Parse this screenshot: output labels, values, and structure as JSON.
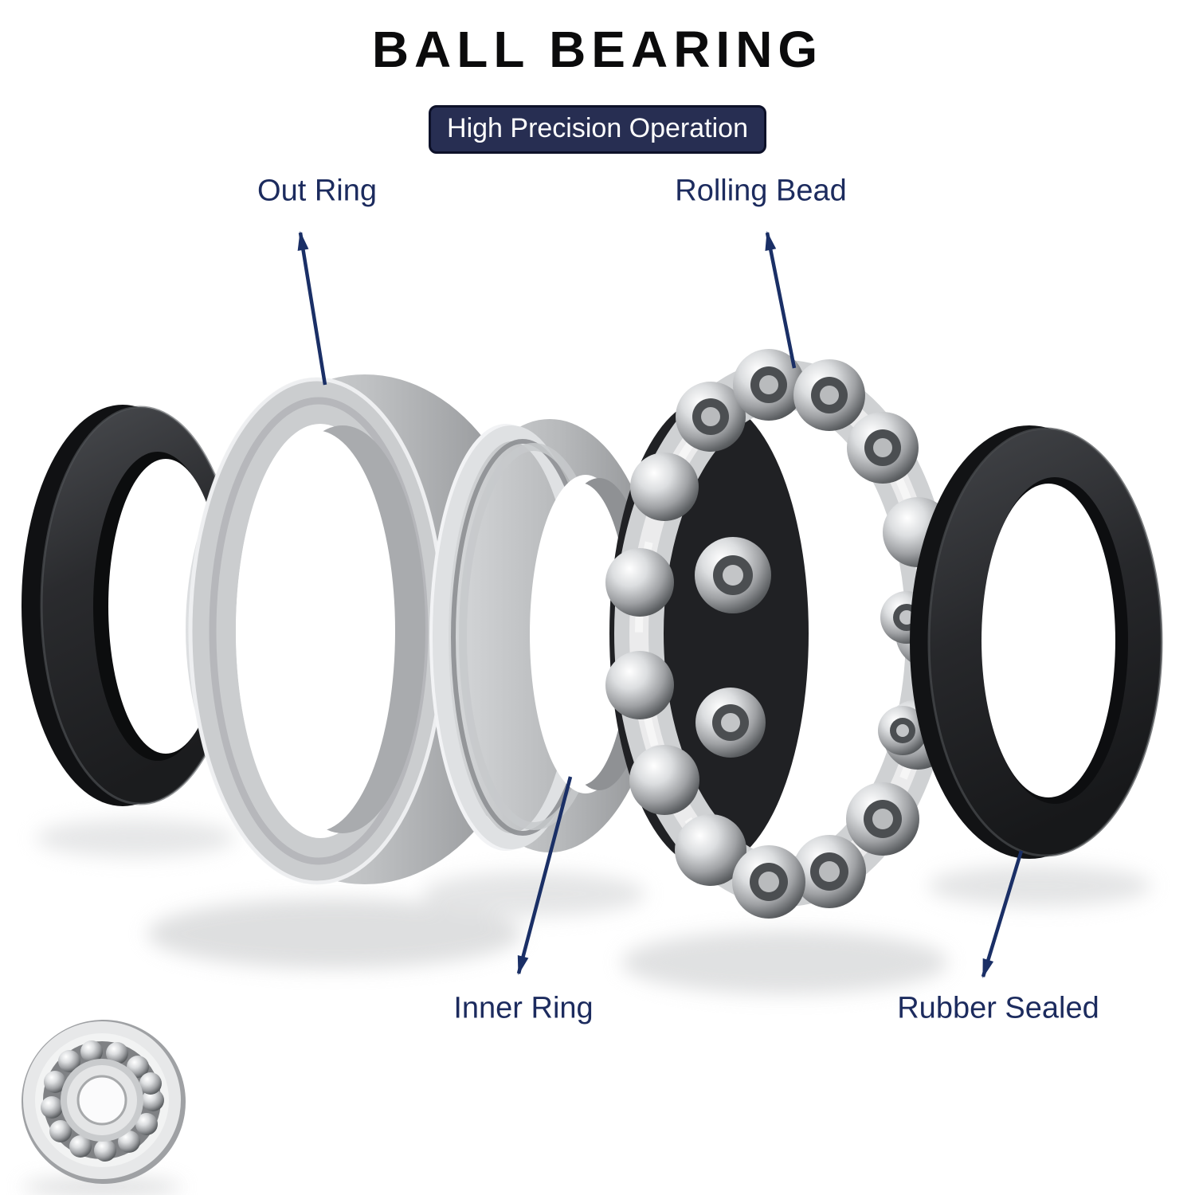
{
  "header": {
    "title": "BALL BEARING",
    "badge": "High Precision Operation"
  },
  "callouts": [
    {
      "id": "out-ring",
      "label": "Out Ring"
    },
    {
      "id": "rolling-bead",
      "label": "Rolling Bead"
    },
    {
      "id": "inner-ring",
      "label": "Inner Ring"
    },
    {
      "id": "rubber-sealed",
      "label": "Rubber Sealed"
    }
  ],
  "parts": [
    {
      "name": "rubber-seal-left",
      "material": "black rubber ring"
    },
    {
      "name": "outer-ring",
      "material": "steel ring"
    },
    {
      "name": "inner-ring",
      "material": "steel ring with race groove"
    },
    {
      "name": "ball-cage",
      "material": "chrome cage with rolling beads"
    },
    {
      "name": "rubber-seal-right",
      "material": "black rubber ring"
    },
    {
      "name": "assembled-bearing-thumbnail",
      "material": "open ball bearing"
    }
  ],
  "colors": {
    "background": "#ffffff",
    "title_text": "#0b0b0c",
    "badge_bg": "#272e52",
    "badge_border": "#0d1129",
    "badge_text": "#ffffff",
    "label_text": "#1c2b5e",
    "arrow": "#1a2f66",
    "seal_black": "#212225",
    "steel_light": "#dddfe1",
    "steel_mid": "#aaacaf",
    "steel_dark": "#6f7174"
  }
}
